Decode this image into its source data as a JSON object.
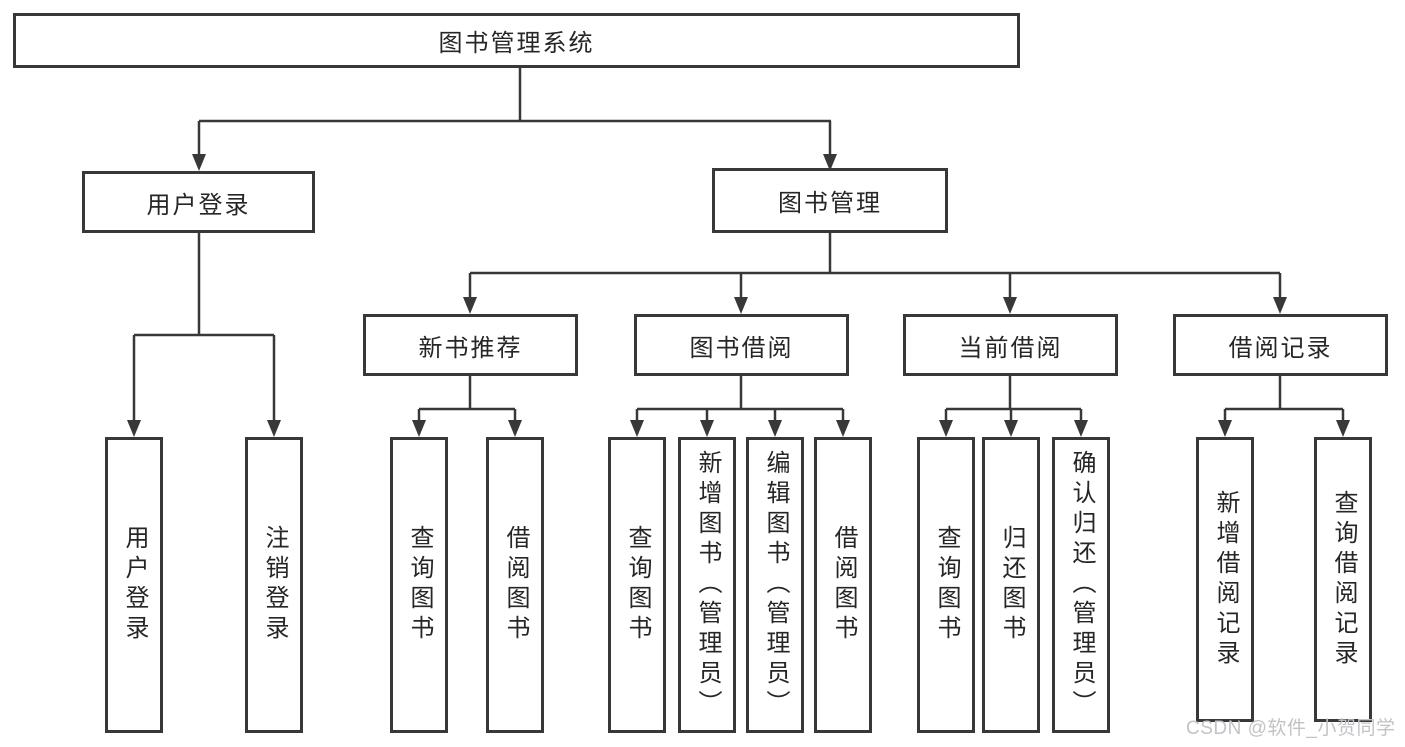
{
  "diagram": {
    "root": {
      "label": "图书管理系统"
    },
    "branches": [
      {
        "label": "用户登录",
        "children": [
          {
            "label": "用户登录"
          },
          {
            "label": "注销登录"
          }
        ]
      },
      {
        "label": "图书管理",
        "children": [
          {
            "label": "新书推荐",
            "children": [
              {
                "label": "查询图书"
              },
              {
                "label": "借阅图书"
              }
            ]
          },
          {
            "label": "图书借阅",
            "children": [
              {
                "label": "查询图书"
              },
              {
                "label": "新增图书（管理员）"
              },
              {
                "label": "编辑图书（管理员）"
              },
              {
                "label": "借阅图书"
              }
            ]
          },
          {
            "label": "当前借阅",
            "children": [
              {
                "label": "查询图书"
              },
              {
                "label": "归还图书"
              },
              {
                "label": "确认归还（管理员）"
              }
            ]
          },
          {
            "label": "借阅记录",
            "children": [
              {
                "label": "新增借阅记录"
              },
              {
                "label": "查询借阅记录"
              }
            ]
          }
        ]
      }
    ]
  },
  "watermark": {
    "text": "CSDN @软件_小贺同学"
  },
  "colors": {
    "line": "#383838",
    "text": "#262626",
    "watermark": "#c3c2c6",
    "background": "#ffffff"
  }
}
